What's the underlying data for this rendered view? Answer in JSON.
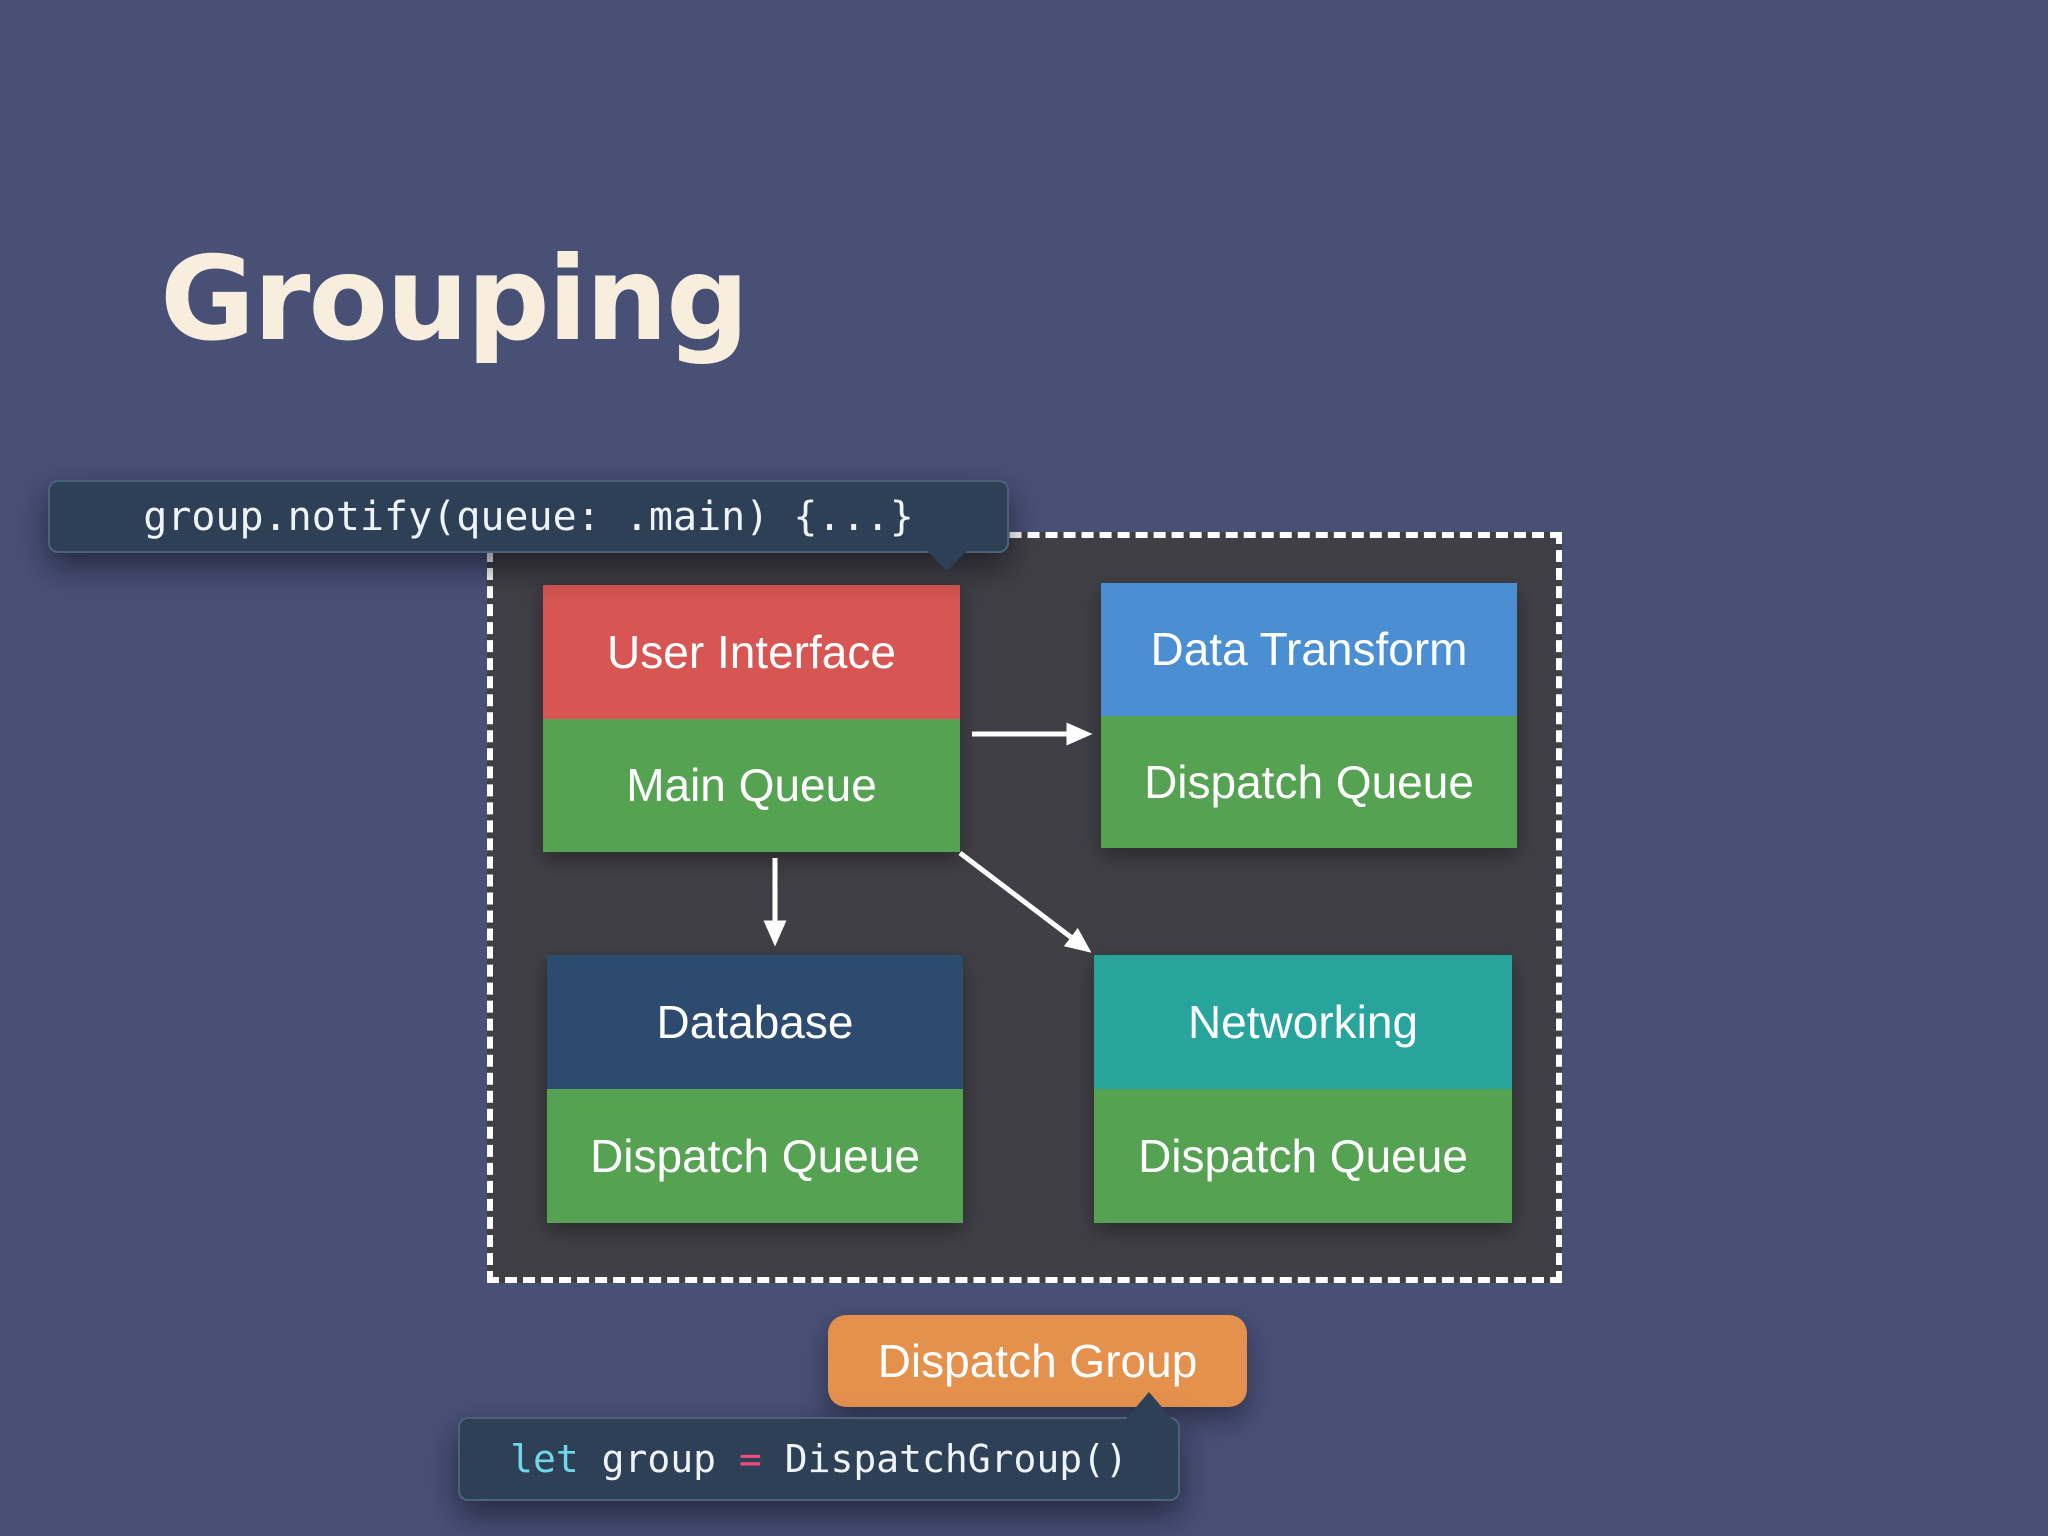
{
  "slide": {
    "title": "Grouping"
  },
  "diagram": {
    "nodes": [
      {
        "id": "user-interface",
        "label": "User Interface",
        "queue": "Main Queue",
        "color": "#d75552",
        "queue_color": "#55a352"
      },
      {
        "id": "data-transform",
        "label": "Data Transform",
        "queue": "Dispatch Queue",
        "color": "#4b8fd2",
        "queue_color": "#55a352"
      },
      {
        "id": "database",
        "label": "Database",
        "queue": "Dispatch Queue",
        "color": "#2d4b6e",
        "queue_color": "#55a352"
      },
      {
        "id": "networking",
        "label": "Networking",
        "queue": "Dispatch Queue",
        "color": "#27a49b",
        "queue_color": "#55a352"
      }
    ],
    "arrows": [
      {
        "from": "main-queue",
        "to": "data-transform-dispatch-queue",
        "direction": "right"
      },
      {
        "from": "main-queue",
        "to": "database",
        "direction": "down"
      },
      {
        "from": "main-queue",
        "to": "networking",
        "direction": "down-right"
      }
    ]
  },
  "callouts": {
    "notify_code": "group.notify(queue: .main) {...}",
    "group_label": "Dispatch Group",
    "init_code": {
      "keyword": "let",
      "variable": " group ",
      "operator": "=",
      "call": " DispatchGroup()"
    }
  },
  "colors": {
    "background": "#495076",
    "container_fill": "#403f45",
    "container_border": "#ffffff",
    "title": "#f8eedd",
    "tooltip_bg": "#2d4055",
    "group_label_orange": "#e5914e",
    "queue_green": "#55a352",
    "ui_red": "#d75552",
    "transform_blue": "#4b8fd2",
    "database_navy": "#2d4b6e",
    "networking_teal": "#27a49b",
    "code_keyword_cyan": "#6fd7e7",
    "code_operator_pink": "#ee4d7e",
    "code_text": "#eef3f8",
    "arrow": "#ffffff"
  }
}
